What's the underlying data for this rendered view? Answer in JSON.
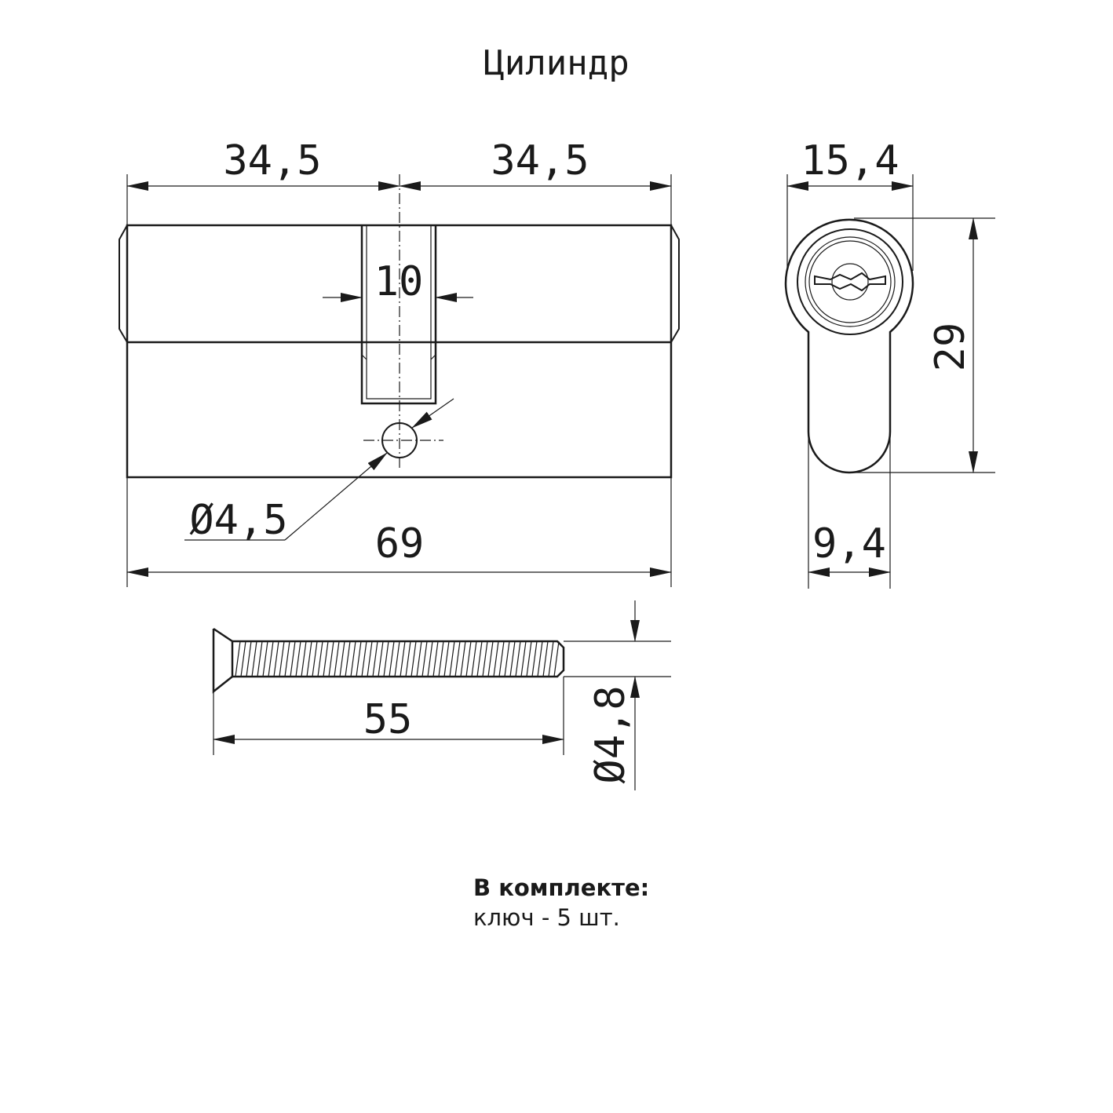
{
  "title": "Цилиндр",
  "dimensions": {
    "left_half": "34,5",
    "right_half": "34,5",
    "cam_width": "10",
    "hole_diameter": "Ø4,5",
    "total_length": "69",
    "front_width": "15,4",
    "front_height": "29",
    "front_bottom_width": "9,4",
    "screw_length": "55",
    "screw_diameter": "Ø4,8"
  },
  "notes": {
    "heading": "В комплекте:",
    "item": "ключ - 5 шт."
  }
}
